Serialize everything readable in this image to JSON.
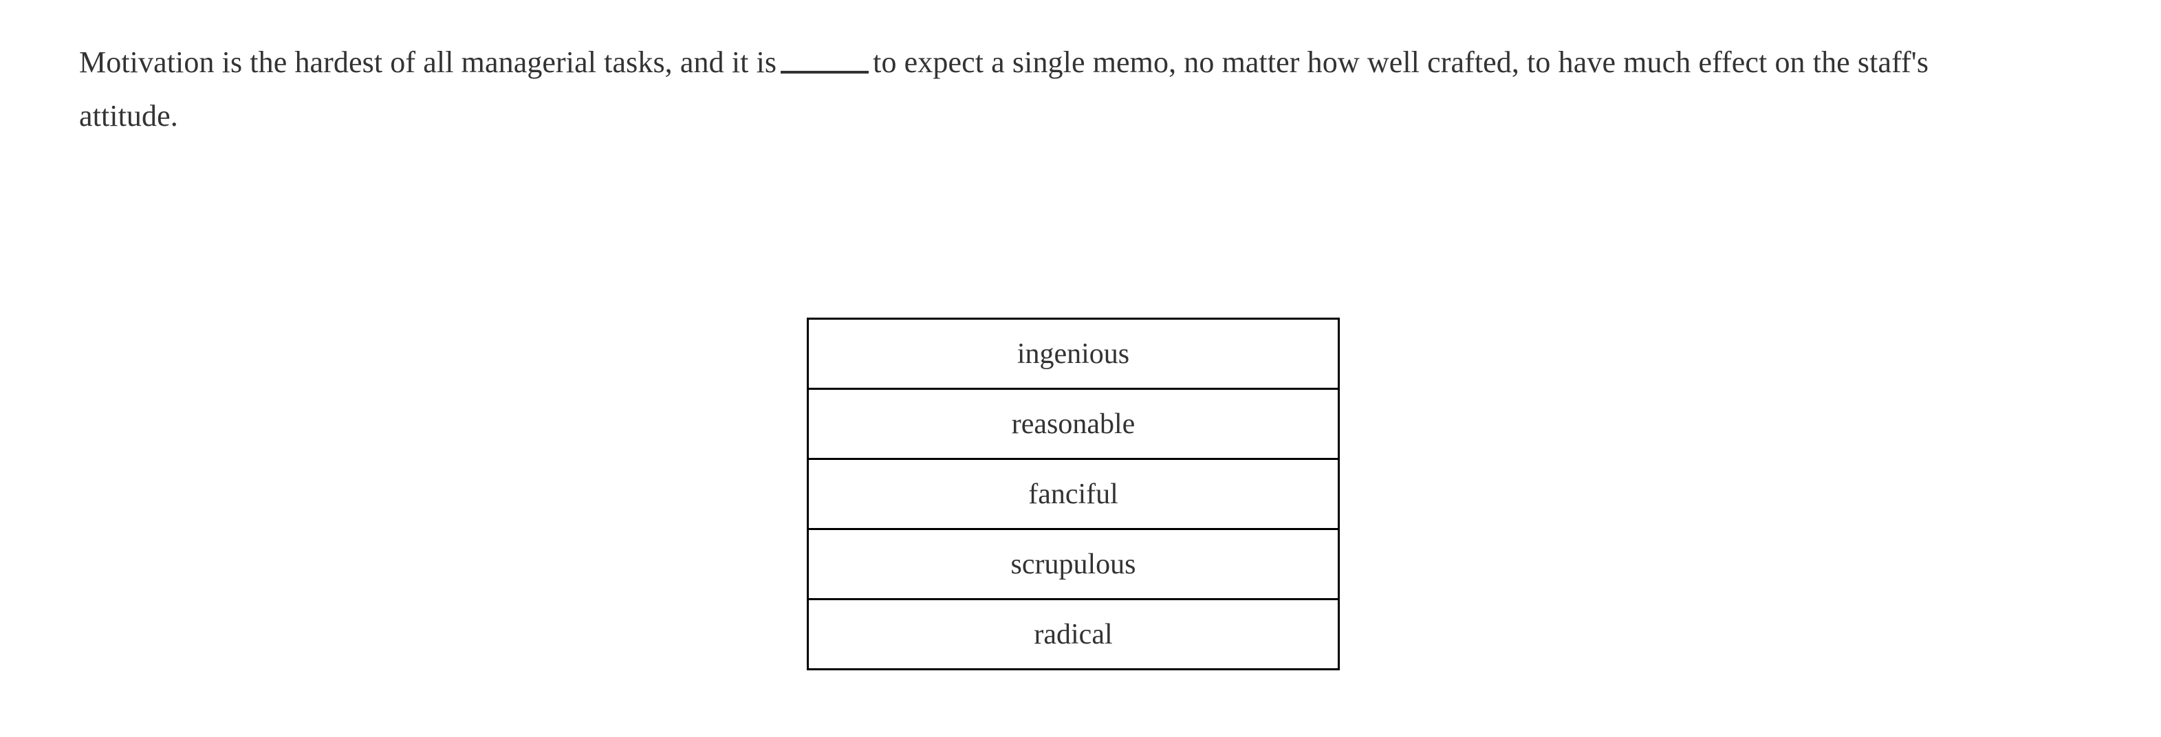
{
  "question": {
    "text_before_blank": "Motivation is the hardest of all managerial tasks, and it is",
    "blank": "_____",
    "text_after_blank": "to expect a single memo, no matter how well crafted, to have much effect on the staff's attitude.",
    "full_text": "Motivation is the hardest of all managerial tasks, and it is _____ to expect a single memo, no matter how well crafted, to have much effect on the staff's attitude.",
    "text_color": "#333333"
  },
  "choices": {
    "border_color": "#000000",
    "items": [
      {
        "label": "ingenious"
      },
      {
        "label": "reasonable"
      },
      {
        "label": "fanciful"
      },
      {
        "label": "scrupulous"
      },
      {
        "label": "radical"
      }
    ]
  }
}
